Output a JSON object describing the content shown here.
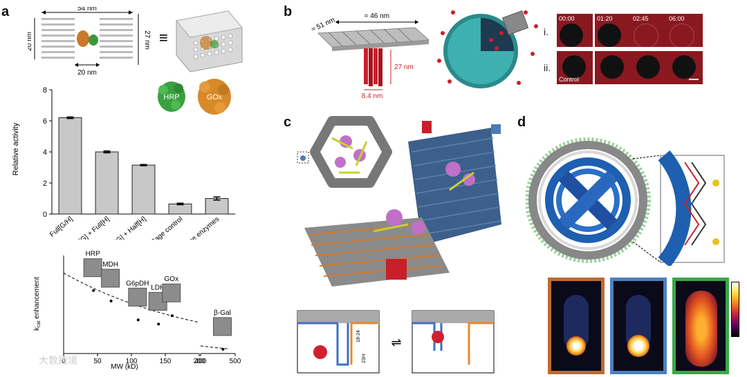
{
  "panels": {
    "a": "a",
    "b": "b",
    "c": "c",
    "d": "d"
  },
  "panel_a": {
    "schematic": {
      "width_label": "54 nm",
      "height_left": "20 nm",
      "height_right": "27 nm",
      "inner_width": "20 nm",
      "equiv": "≡"
    },
    "enzyme_labels": {
      "hrp": "HRP",
      "gox": "GOx"
    }
  },
  "panel_b": {
    "dims": {
      "len_a": "≈ 51 nm",
      "len_b": "≈ 46 nm",
      "height": "27 nm",
      "diameter": "8.4 nm"
    },
    "rows": {
      "i": "i.",
      "ii": "ii."
    },
    "times": [
      "00:00",
      "01:20",
      "02:45",
      "06:00"
    ],
    "control": "Control"
  },
  "panel_c": {
    "dims": {
      "a": "18-24",
      "b": "23nt"
    },
    "equilibrium": "⇌"
  },
  "watermark": "大数跨境",
  "chart_data": [
    {
      "type": "bar",
      "categories": [
        "Full[G/H]",
        "Full[G] + Full[H]",
        "Half[G] + Half[H]",
        "Cage control",
        "Free enzymes"
      ],
      "values": [
        6.2,
        4.0,
        3.15,
        0.65,
        1.0
      ],
      "error": [
        0.05,
        0.06,
        0.04,
        0.05,
        0.1
      ],
      "ylabel": "Relative activity",
      "ylim": [
        0,
        8
      ],
      "yticks": [
        0,
        2,
        4,
        6,
        8
      ]
    },
    {
      "type": "scatter",
      "ylabel_pre": "k",
      "ylabel_sub": "cat",
      "ylabel_post": " enhancement",
      "xlabel": "MW (kD)",
      "xticks_left": [
        "0",
        "50",
        "100",
        "150",
        "200"
      ],
      "xticks_right": [
        "400",
        "500"
      ],
      "points": [
        {
          "label": "HRP",
          "x": 44,
          "y": 9.0
        },
        {
          "label": "MDH",
          "x": 70,
          "y": 7.5
        },
        {
          "label": "G6pDH",
          "x": 110,
          "y": 4.8
        },
        {
          "label": "LDH",
          "x": 140,
          "y": 4.2
        },
        {
          "label": "GOx",
          "x": 160,
          "y": 5.4
        },
        {
          "label": "β-Gal",
          "x": 465,
          "y": 0.6
        }
      ]
    }
  ]
}
